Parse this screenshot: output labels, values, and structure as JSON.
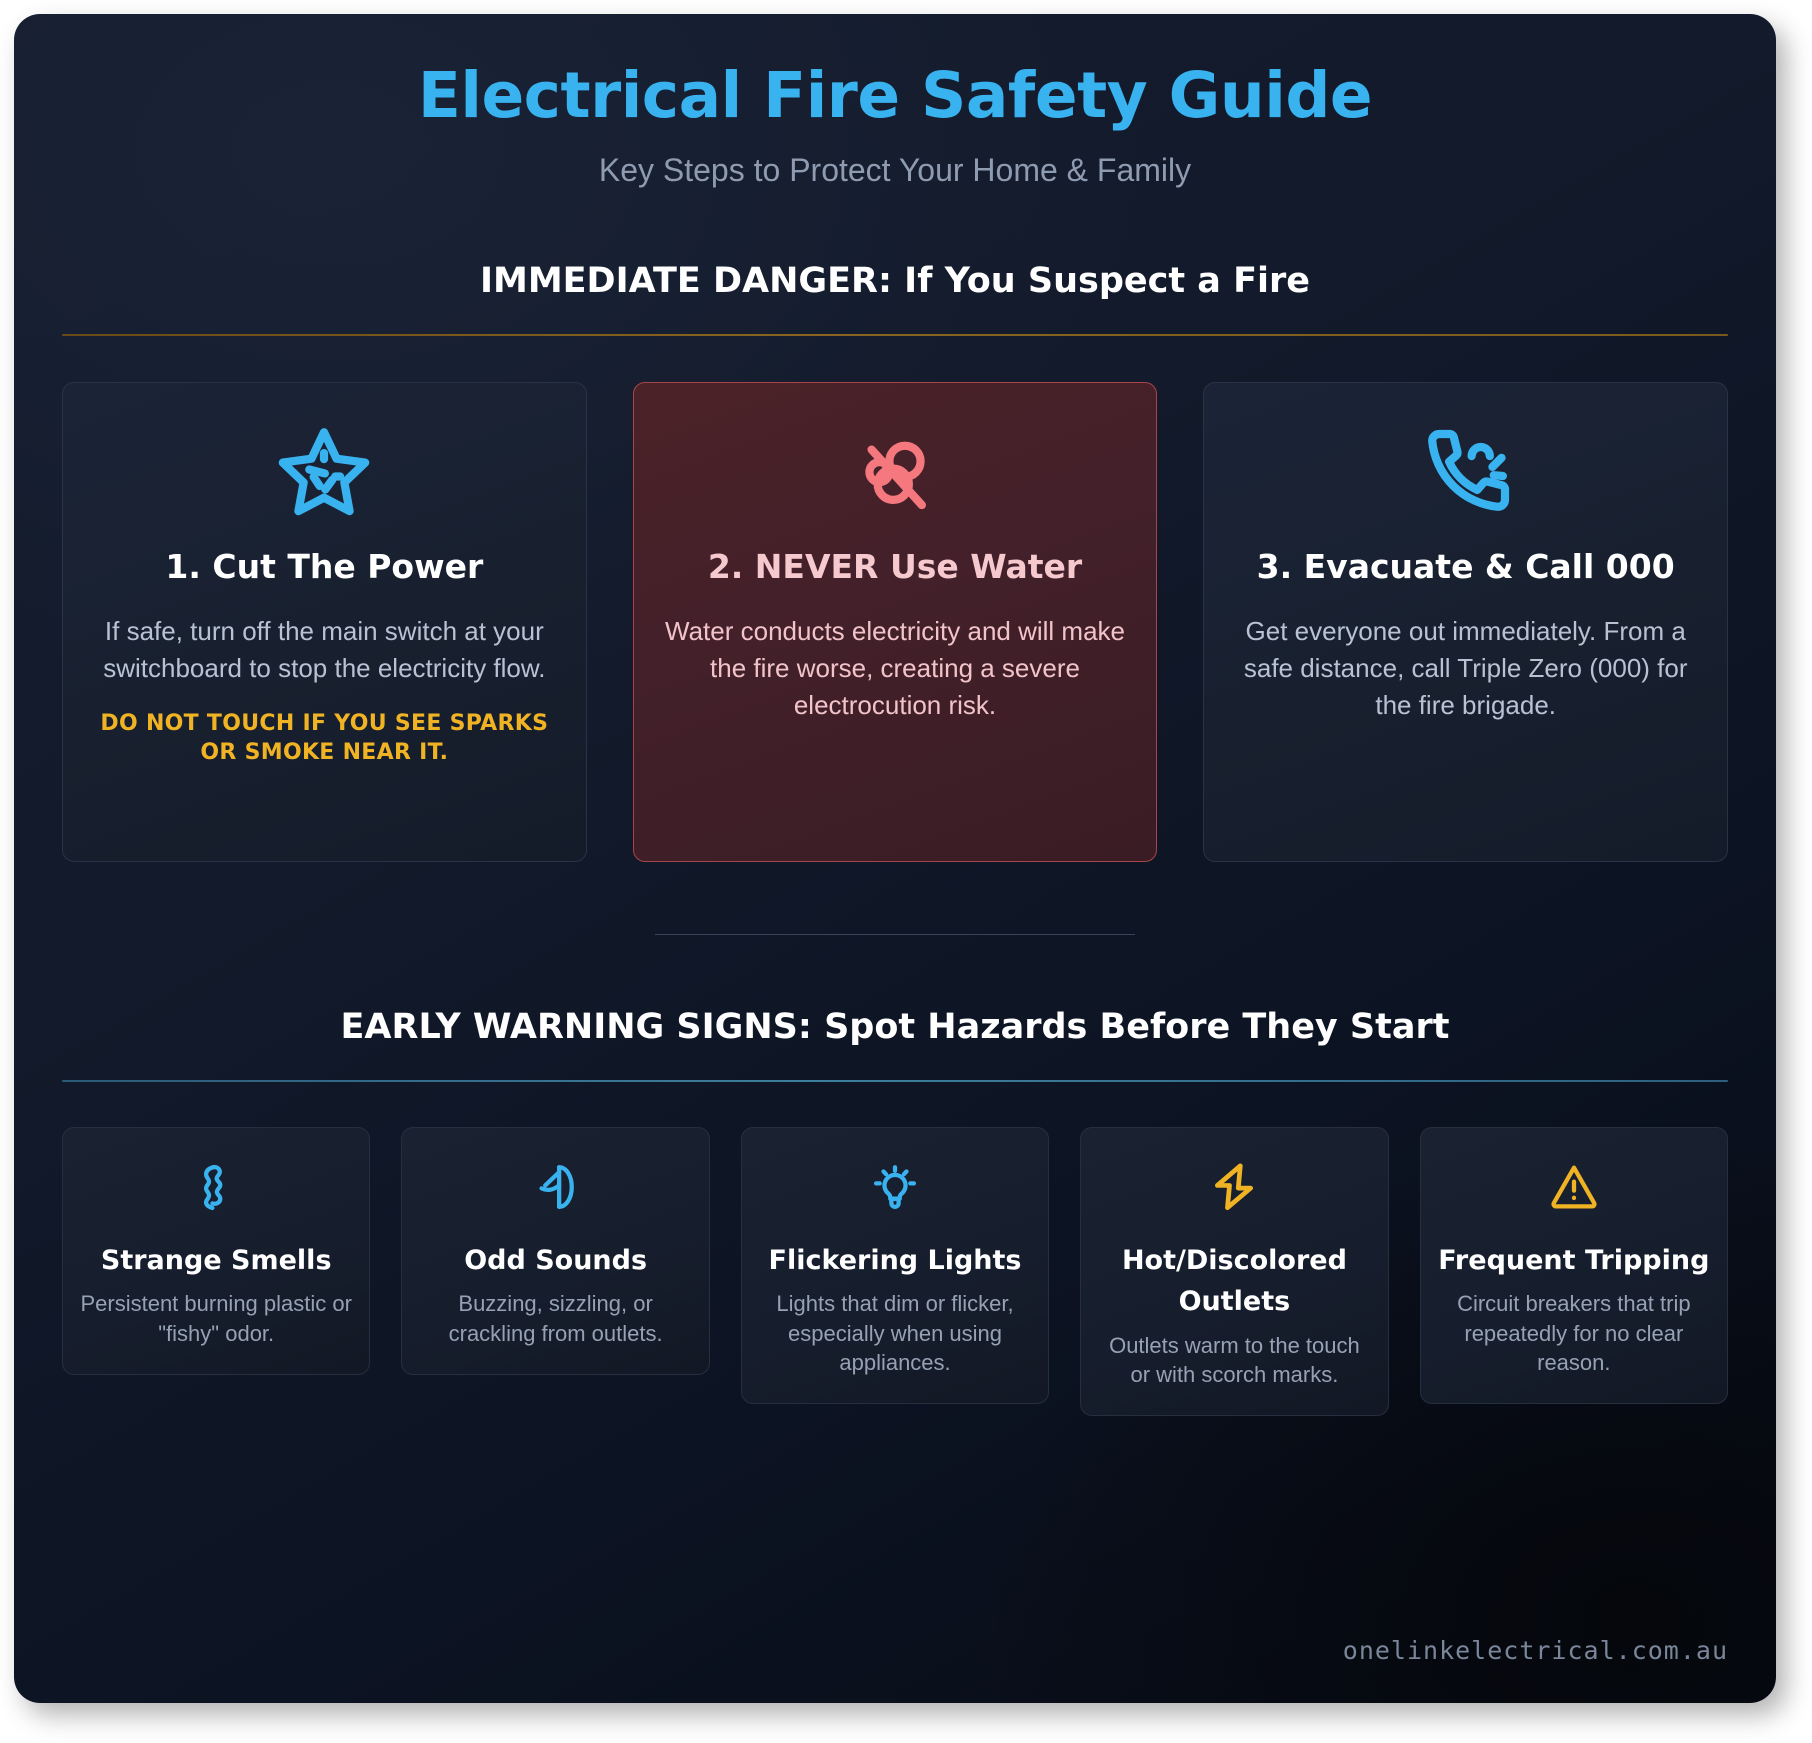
{
  "header": {
    "title": "Electrical Fire Safety Guide",
    "subtitle": "Key Steps to Protect Your Home & Family"
  },
  "colors": {
    "accent_blue": "#39b2f0",
    "danger_red": "#f4787e",
    "warn_amber": "#f0b323",
    "background": "#121a2b",
    "card_bg": "#1b2437",
    "danger_card_bg": "#4b2227"
  },
  "sections": [
    {
      "id": "immediate-danger",
      "title": "IMMEDIATE DANGER: If You Suspect a Fire",
      "rule_color": "#8a6420",
      "cards": [
        {
          "icon": "star-icon",
          "icon_color": "#39b2f0",
          "title": "1. Cut The Power",
          "body": "If safe, turn off the main switch at your switchboard to stop the electricity flow.",
          "warning": "DO NOT TOUCH IF YOU SEE SPARKS OR SMOKE NEAR IT.",
          "variant": "normal"
        },
        {
          "icon": "no-water-icon",
          "icon_color": "#f4787e",
          "title": "2. NEVER Use Water",
          "body": "Water conducts electricity and will make the fire worse, creating a severe electrocution risk.",
          "warning": "",
          "variant": "danger"
        },
        {
          "icon": "phone-call-icon",
          "icon_color": "#39b2f0",
          "title": "3. Evacuate & Call 000",
          "body": "Get everyone out immediately. From a safe distance, call Triple Zero (000) for the fire brigade.",
          "warning": "",
          "variant": "normal"
        }
      ]
    },
    {
      "id": "early-warning-signs",
      "title": "EARLY WARNING SIGNS: Spot Hazards Before They Start",
      "rule_color": "#3d7f9e",
      "cards": [
        {
          "icon": "smell-wave-icon",
          "icon_color": "#39b2f0",
          "title": "Strange Smells",
          "body": "Persistent burning plastic or \"fishy\" odor."
        },
        {
          "icon": "sound-wave-icon",
          "icon_color": "#39b2f0",
          "title": "Odd Sounds",
          "body": "Buzzing, sizzling, or crackling from outlets."
        },
        {
          "icon": "lightbulb-icon",
          "icon_color": "#39b2f0",
          "title": "Flickering Lights",
          "body": "Lights that dim or flicker, especially when using appliances."
        },
        {
          "icon": "lightning-bolt-icon",
          "icon_color": "#f0b323",
          "title": "Hot/Discolored Outlets",
          "body": "Outlets warm to the touch or with scorch marks."
        },
        {
          "icon": "warning-triangle-icon",
          "icon_color": "#f0b323",
          "title": "Frequent Tripping",
          "body": "Circuit breakers that trip repeatedly for no clear reason."
        }
      ]
    }
  ],
  "footer": {
    "watermark": "onelinkelectrical.com.au"
  }
}
